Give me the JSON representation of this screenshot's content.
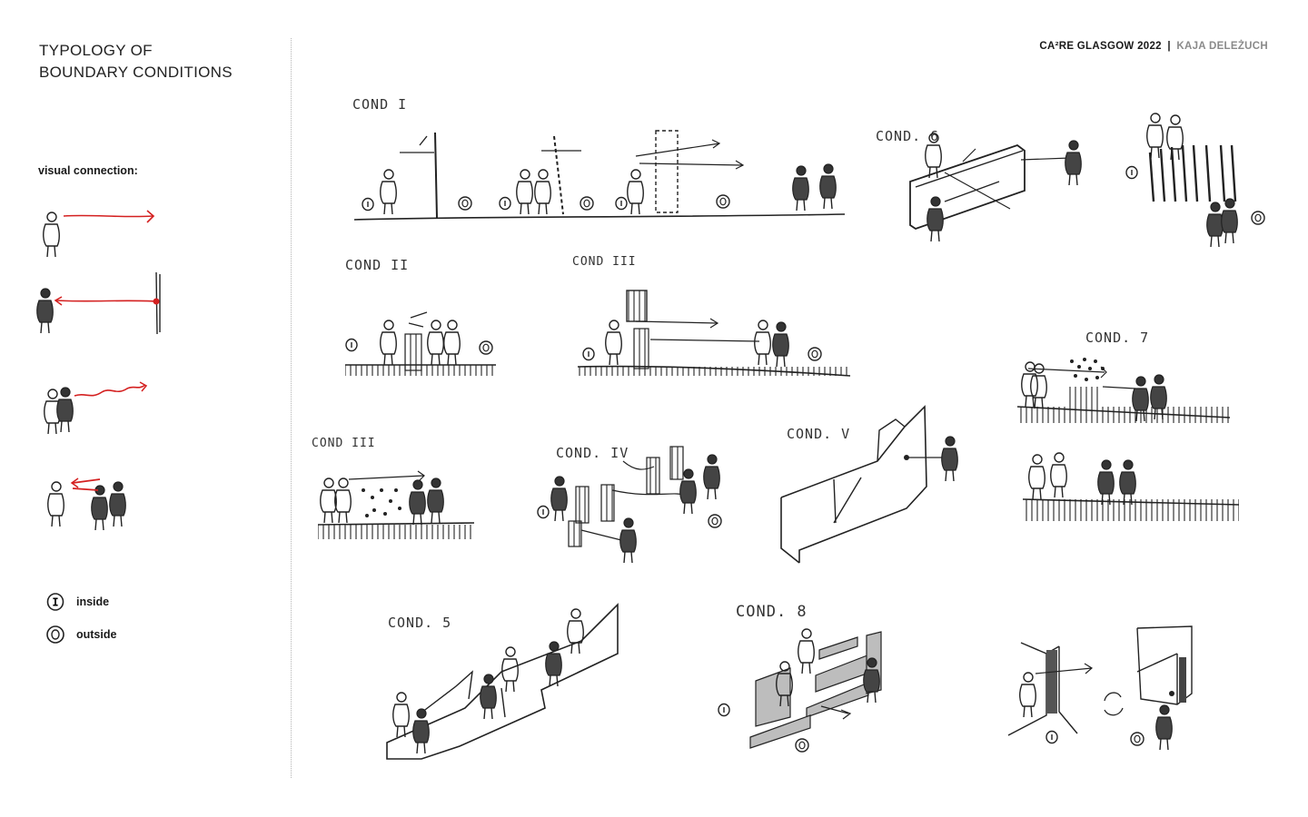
{
  "title": {
    "line1": "TYPOLOGY OF",
    "line2": "BOUNDARY CONDITIONS"
  },
  "header": {
    "project": "CA²RE GLASGOW 2022",
    "separator": "|",
    "author": "KAJA DELEŻUCH"
  },
  "sidebar": {
    "visual_connection_label": "visual connection:",
    "legend": [
      {
        "symbol": "I",
        "label": "inside"
      },
      {
        "symbol": "O",
        "label": "outside"
      }
    ]
  },
  "sketch_labels": {
    "cond_1": "COND I",
    "cond_2": "COND II",
    "cond_3a": "COND III",
    "cond_3b": "COND III",
    "cond_4": "COND. IV",
    "cond_5": "COND. 5",
    "cond_v": "COND. V",
    "cond_6": "COND. 6",
    "cond_7": "COND. 7",
    "cond_8": "COND. 8"
  },
  "colors": {
    "accent": "#d42020",
    "ink": "#222222",
    "fill": "#bdbdbd",
    "divider": "#b5b5b5"
  }
}
